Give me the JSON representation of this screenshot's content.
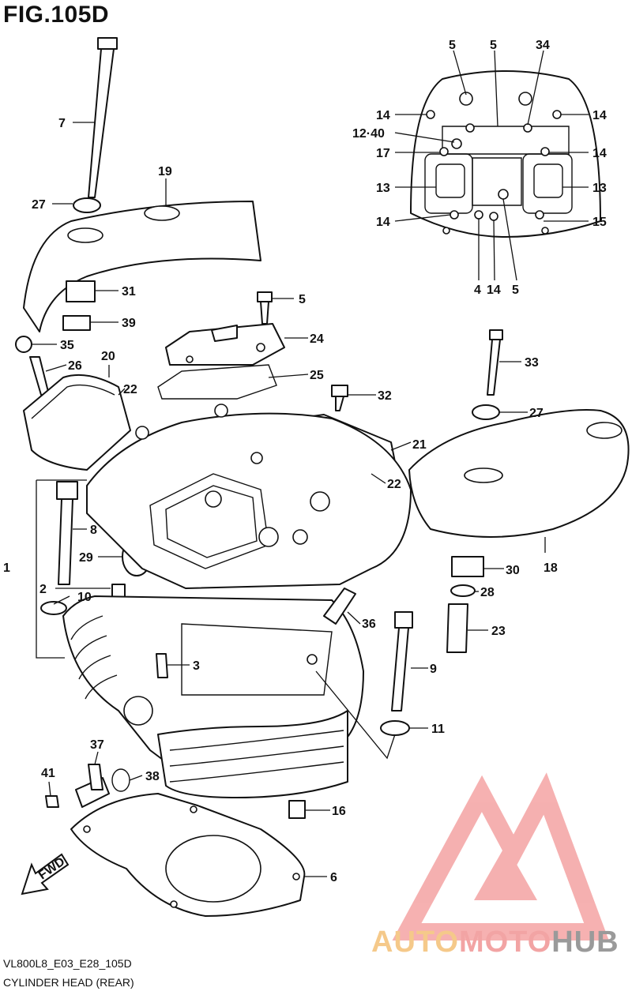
{
  "figure": {
    "title": "FIG.105D",
    "code": "VL800L8_E03_E28_105D",
    "caption": "CYLINDER HEAD (REAR)"
  },
  "watermark": {
    "brand_parts": [
      "AUTO",
      "MOTO",
      "HUB"
    ],
    "colors": {
      "logo": "#f4a3a3",
      "auto": "#f5c98a",
      "moto": "#f2a4a4",
      "hub": "#9a9a9a"
    }
  },
  "fwd_label": "FWD",
  "callouts": {
    "c1": "1",
    "c2": "2",
    "c3": "3",
    "c6": "6",
    "c7": "7",
    "c8": "8",
    "c9": "9",
    "c10": "10",
    "c11": "11",
    "c16": "16",
    "c18": "18",
    "c19": "19",
    "c20": "20",
    "c21": "21",
    "c22a": "22",
    "c22b": "22",
    "c23": "23",
    "c24": "24",
    "c25": "25",
    "c26": "26",
    "c27a": "27",
    "c27b": "27",
    "c28": "28",
    "c29": "29",
    "c30": "30",
    "c31": "31",
    "c32": "32",
    "c33": "33",
    "c35": "35",
    "c36": "36",
    "c37": "37",
    "c38": "38",
    "c39": "39",
    "c41": "41",
    "c5m": "5",
    "i5a": "5",
    "i5b": "5",
    "i34": "34",
    "i14a": "14",
    "i14b": "14",
    "i1240": "12·40",
    "i17": "17",
    "i14c": "14",
    "i13a": "13",
    "i13b": "13",
    "i14d": "14",
    "i15": "15",
    "i4": "4",
    "i14e": "14",
    "i5c": "5"
  }
}
